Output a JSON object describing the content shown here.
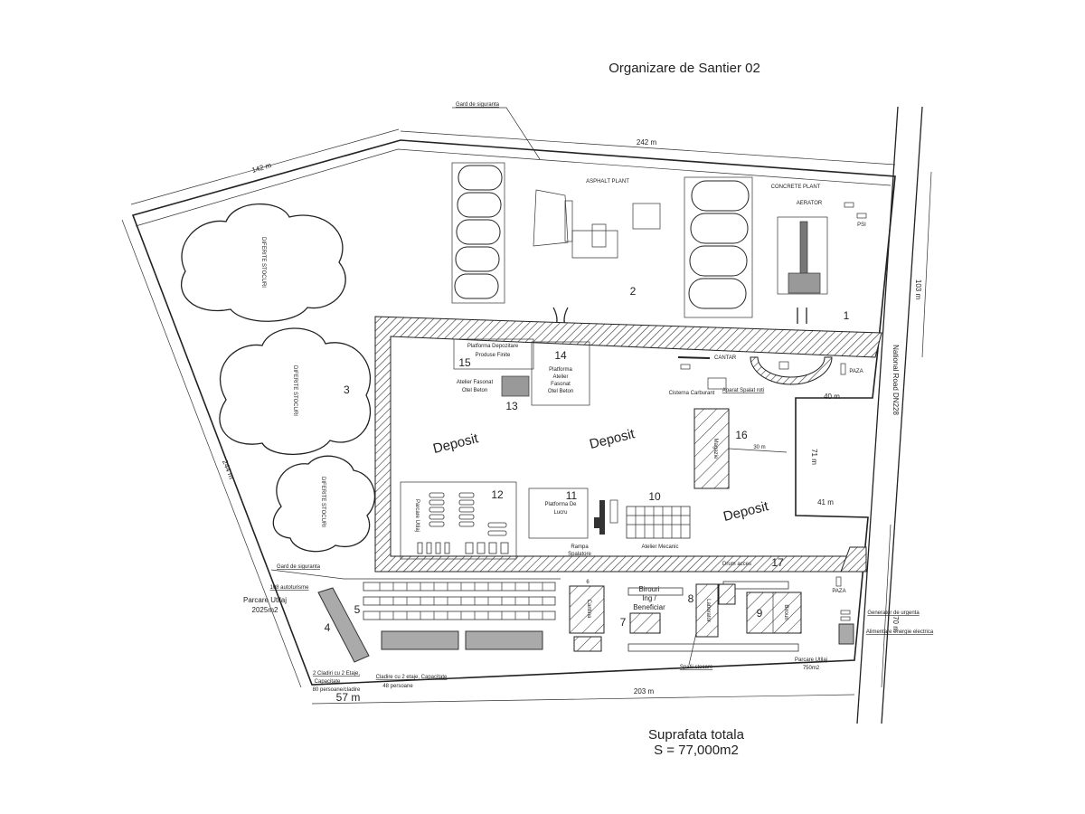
{
  "title": "Organizare de Santier 02",
  "area": {
    "label": "Suprafata totala",
    "value": "S = 77,000m2"
  },
  "dimensions": {
    "d142": "142 m",
    "d242": "242 m",
    "d103": "103 m",
    "d244": "244 m",
    "d40": "40 m",
    "d71": "71 m",
    "d41": "41 m",
    "d70": "70 m",
    "d57": "57 m",
    "d203": "203 m",
    "d30": "30 m"
  },
  "road": "National Road DN228",
  "fence_top": "Gard de siguranta",
  "fence_bottom": "Gard de siguranta",
  "plants": {
    "asphalt": "ASPHALT PLANT",
    "asphalt_num": "2",
    "concrete": "CONCRETE PLANT",
    "concrete_num": "1",
    "aerator": "AERATOR",
    "psi": "PSI"
  },
  "stocks": {
    "label": "DIFERITE STOCURI",
    "num": "3"
  },
  "deposit": "Deposit",
  "zones": {
    "z15": {
      "num": "15",
      "l1": "Platforma Depozitare",
      "l2": "Produse Finite"
    },
    "z14": {
      "num": "14",
      "l1": "Platforma",
      "l2": "Atelier",
      "l3": "Fasonat",
      "l4": "Otel Beton"
    },
    "z13": {
      "num": "13",
      "l1": "Atelier Fasonat",
      "l2": "Otel Beton"
    },
    "cantar": "CANTAR",
    "cisterna": "Cisterna Carburant",
    "spalat": "Aparat Spalat roti",
    "paza1": "PAZA",
    "z16": {
      "num": "16",
      "label": "Magazie"
    },
    "z12": {
      "num": "12",
      "label": "Parcare Utilaj"
    },
    "z11": {
      "num": "11",
      "l1": "Platforma De",
      "l2": "Lucru"
    },
    "rampa": {
      "l1": "Rampa",
      "l2": "Spalatore"
    },
    "z10": {
      "num": "10",
      "label": "Atelier Mecanic"
    },
    "z17": {
      "num": "17",
      "label": "Drum acces"
    },
    "parking": {
      "cars": "108 autoturisme",
      "l1": "Parcare Utilaj",
      "l2": "2025m2"
    },
    "z5": "5",
    "z4": "4",
    "cladiri2": {
      "l1": "2 Cladiri cu 2 Etaje,",
      "l2": "Capacitate",
      "l3": "80 persoane/cladire"
    },
    "cladire1": {
      "l1": "Cladire cu 2 etaje, Capacitate",
      "l2": "48 persoane"
    },
    "z6": {
      "num": "6",
      "label": "Cantina"
    },
    "z7": {
      "num": "7",
      "l1": "Birouri",
      "l2": "Ing /",
      "l3": "Beneficiar"
    },
    "z8": {
      "num": "8",
      "label": "Laborator"
    },
    "z9": {
      "num": "9",
      "label": "Birouri"
    },
    "spatii": "Spatii stocare",
    "paza2": "PAZA",
    "generator": "Generator de urgenta",
    "alimentare": "Alimentare energie electrica",
    "parcare750": {
      "l1": "Parcare Utilaj",
      "l2": "750m2"
    }
  }
}
